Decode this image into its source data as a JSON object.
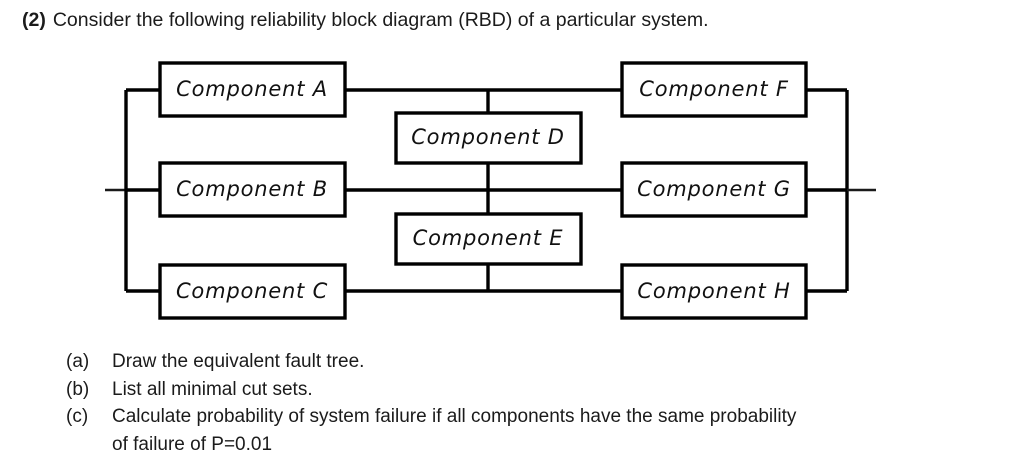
{
  "question": {
    "number": "(2)",
    "text": "Consider the following reliability block diagram (RBD) of a particular system."
  },
  "diagram": {
    "type": "reliability-block-diagram",
    "blocks": [
      {
        "id": "A",
        "label": "Component A",
        "column": "left",
        "row": "top"
      },
      {
        "id": "B",
        "label": "Component B",
        "column": "left",
        "row": "middle"
      },
      {
        "id": "C",
        "label": "Component C",
        "column": "left",
        "row": "bottom"
      },
      {
        "id": "D",
        "label": "Component D",
        "column": "center",
        "row": "between-top-middle"
      },
      {
        "id": "E",
        "label": "Component E",
        "column": "center",
        "row": "between-middle-bottom"
      },
      {
        "id": "F",
        "label": "Component F",
        "column": "right",
        "row": "top"
      },
      {
        "id": "G",
        "label": "Component G",
        "column": "right",
        "row": "middle"
      },
      {
        "id": "H",
        "label": "Component H",
        "column": "right",
        "row": "bottom"
      }
    ],
    "line_color": "#000000",
    "block_fill": "#ffffff"
  },
  "subquestions": [
    {
      "marker": "(a)",
      "text": "Draw the equivalent fault tree.",
      "continuation": ""
    },
    {
      "marker": "(b)",
      "text": "List all minimal cut sets.",
      "continuation": ""
    },
    {
      "marker": "(c)",
      "text": "Calculate probability of system failure if all components have the same probability",
      "continuation": "of failure of P=0.01"
    }
  ]
}
